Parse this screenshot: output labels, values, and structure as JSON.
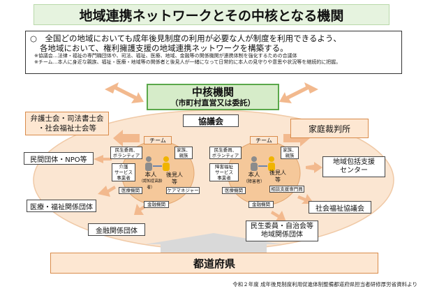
{
  "title": "地域連携ネットワークとその中核となる機関",
  "intro": {
    "line1": "○　全国どの地域においても成年後見制度の利用が必要な人が制度を利用できるよう、",
    "line2": "各地域において、権利擁護支援の地域連携ネットワークを構築する。",
    "note1": "※協議会…法律・福祉の専門職団体や、司法、福祉、医療、地域、金融等の関係機関が連携体制を強化するための合議体",
    "note2": "※チーム…本人に身近な親族、福祉・医療・地域等の関係者と後見人が一緒になって日常的に本人の見守りや意思や状況等を継続的に把握。"
  },
  "core": {
    "line1": "中核機関",
    "line2": "（市町村直営又は委託）"
  },
  "council": "協議会",
  "left_orgs": {
    "lawyers": [
      "弁護士会・司法書士会",
      "・社会福祉士会等"
    ],
    "npo": "民間団体・NPO等",
    "medical": "医療・福祉関係団体",
    "finance": "金融関係団体"
  },
  "right_orgs": {
    "court": "家庭裁判所",
    "center": [
      "地域包括支援",
      "センター"
    ],
    "social": "社会福祉協議会",
    "commissioners": [
      "民生委員・自治会等",
      "地域関係団体"
    ]
  },
  "prefecture": "都道府県",
  "team_left": {
    "label": "チーム",
    "welfare": [
      "民生委員、",
      "ボランティア"
    ],
    "family": [
      "家族、",
      "親族"
    ],
    "care": [
      "介護",
      "サービス",
      "事業者"
    ],
    "person": [
      "本人",
      "（認知症高齢者）"
    ],
    "guardian": [
      "後見人",
      "等"
    ],
    "hospital": "医療機関",
    "manager": "ケアマネジャー",
    "bank": "金融機関"
  },
  "team_right": {
    "label": "チーム",
    "welfare": [
      "民生委員、",
      "ボランティア"
    ],
    "family": [
      "家族、",
      "親族"
    ],
    "care": [
      "障害福祉",
      "サービス",
      "事業者"
    ],
    "person": [
      "本人",
      "（障害者）"
    ],
    "guardian": [
      "後見人",
      "等"
    ],
    "consult": "相談支援専門員",
    "hospital": "医療機関",
    "bank": "金融機関"
  },
  "source": "令和２年度 成年後見制度利用促進体制整備都道府県担当者研修厚労省資料より",
  "colors": {
    "ellipse_fill": "#fbe6d2",
    "team_fill": "#f5c89a",
    "core_fill": "#d6ecc9",
    "arrow": "#f2b98e",
    "gray_arrow": "#d9d9d9"
  }
}
